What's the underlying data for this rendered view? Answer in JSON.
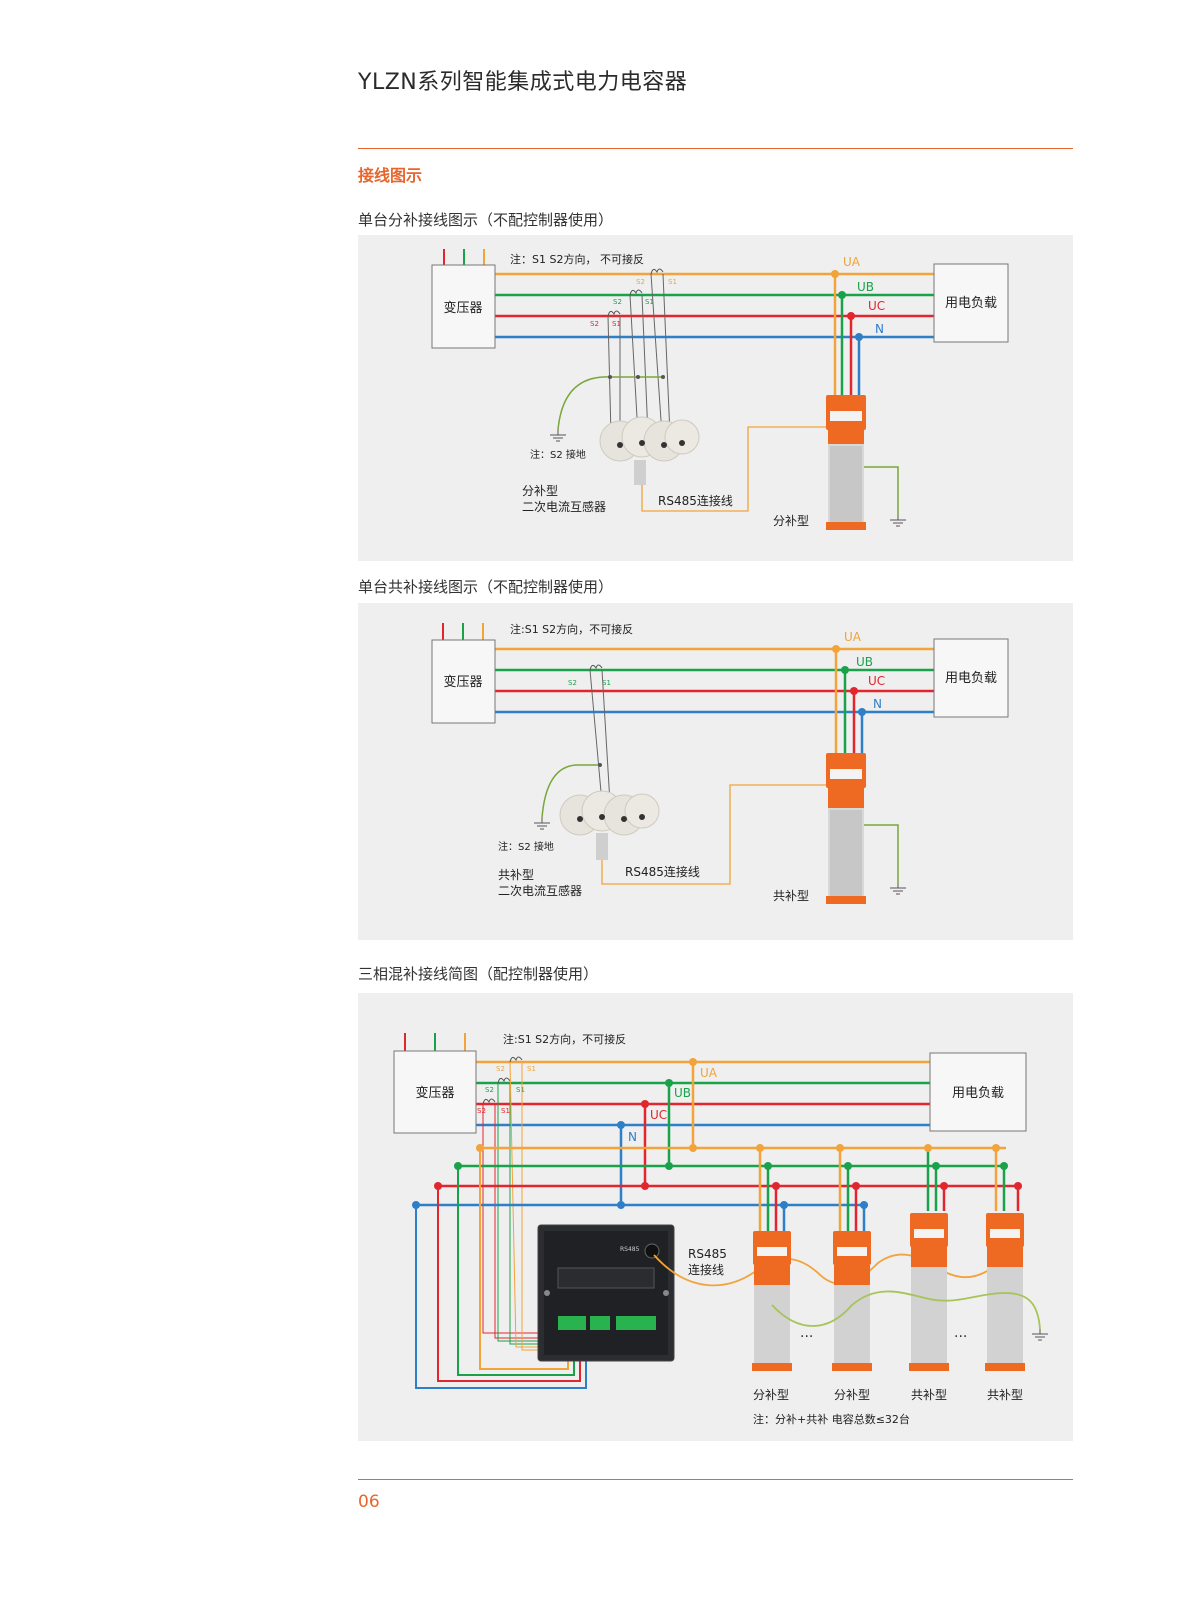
{
  "doc_title": "YLZN系列智能集成式电力电容器",
  "section_title": "接线图示",
  "page_number": "06",
  "colors": {
    "UA": "#f2a33a",
    "UB": "#1aa24a",
    "UC": "#e1262d",
    "N": "#2f7fc8",
    "ground": "#7aa63a",
    "accent": "#e8662c",
    "rs485": "#f2a33a"
  },
  "common": {
    "transformer": "变压器",
    "load": "用电负载",
    "UA": "UA",
    "UB": "UB",
    "UC": "UC",
    "N": "N",
    "S1": "S1",
    "S2": "S2",
    "ground_note": "注：S2  接地",
    "rs485": "RS485连接线",
    "rs485_l1": "RS485",
    "rs485_l2": "连接线"
  },
  "d1": {
    "subtitle": "单台分补接线图示（不配控制器使用）",
    "note": "注：S1 S2方向，  不可接反",
    "ct_l1": "分补型",
    "ct_l2": "二次电流互感器",
    "cap": "分补型"
  },
  "d2": {
    "subtitle": "单台共补接线图示（不配控制器使用）",
    "note": "注:S1 S2方向，不可接反",
    "ct_l1": "共补型",
    "ct_l2": "二次电流互感器",
    "cap": "共补型"
  },
  "d3": {
    "subtitle": "三相混补接线简图（配控制器使用）",
    "note": "注:S1 S2方向，不可接反",
    "caps": [
      "分补型",
      "分补型",
      "共补型",
      "共补型"
    ],
    "ellipsis": "···",
    "total_note": "注：分补+共补 电容总数≤32台"
  }
}
